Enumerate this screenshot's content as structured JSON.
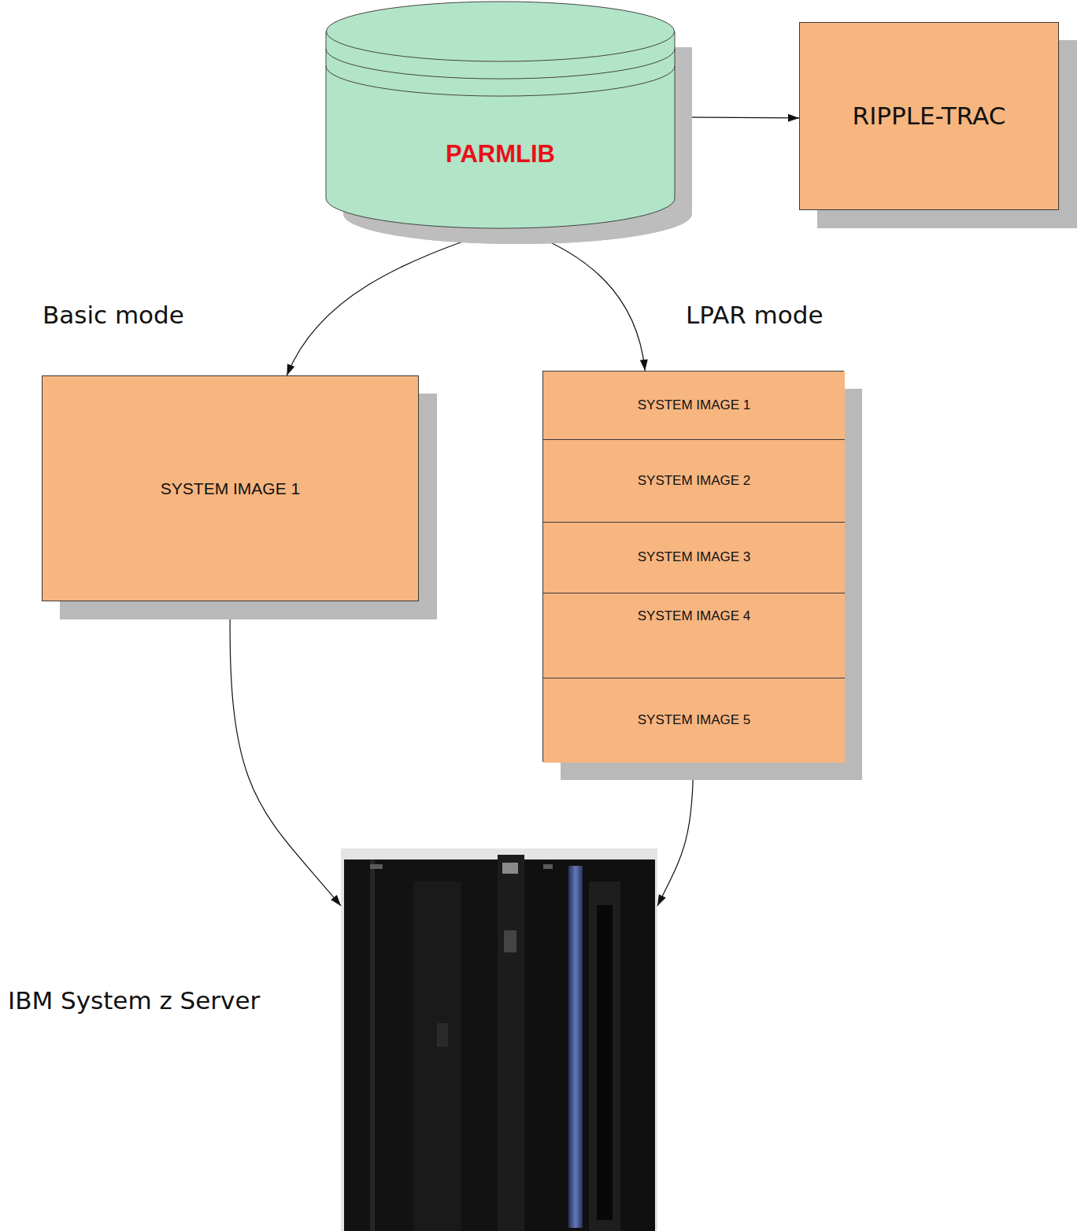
{
  "diagram": {
    "nodes": [
      {
        "text": [
          "PARMLIB"
        ]
      },
      {
        "text": [
          "RIPPLE-TRAC"
        ]
      },
      {
        "text": [
          "Basic mode",
          "SYSTEM IMAGE 1"
        ]
      },
      {
        "text": [
          "LPAR mode"
        ]
      },
      {
        "text": [
          "SYSTEM IMAGE 1"
        ],
        "in": 3
      },
      {
        "text": [
          "SYSTEM IMAGE 2"
        ],
        "in": 3
      },
      {
        "text": [
          "SYSTEM IMAGE 3"
        ],
        "in": 3
      },
      {
        "text": [
          "SYSTEM IMAGE 4"
        ],
        "in": 3
      },
      {
        "text": [
          "SYSTEM IMAGE 5"
        ],
        "in": 3
      },
      {
        "text": [
          "IBM System z Server"
        ]
      }
    ],
    "edges": [
      {
        "from": 0,
        "to": 1,
        "arrow": "to"
      },
      {
        "from": 0,
        "to": 2,
        "arrow": "to"
      },
      {
        "from": 0,
        "to": 3,
        "arrow": "to"
      },
      {
        "from": 2,
        "to": 9,
        "arrow": "to"
      },
      {
        "from": 3,
        "to": 9,
        "arrow": "to"
      }
    ]
  }
}
